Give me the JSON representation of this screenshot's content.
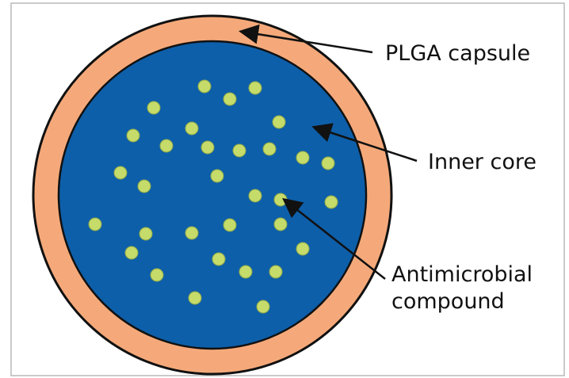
{
  "labels": {
    "capsule": "PLGA capsule",
    "core": "Inner core",
    "compound_line1": "Antimicrobial",
    "compound_line2": "compound"
  },
  "colors": {
    "capsule": "#F5A97A",
    "core": "#0D5FAA",
    "particle": "#C5DB6A",
    "particle_stroke": "#8FA84A",
    "outline": "#111111",
    "frame": "#B8B8B8"
  }
}
